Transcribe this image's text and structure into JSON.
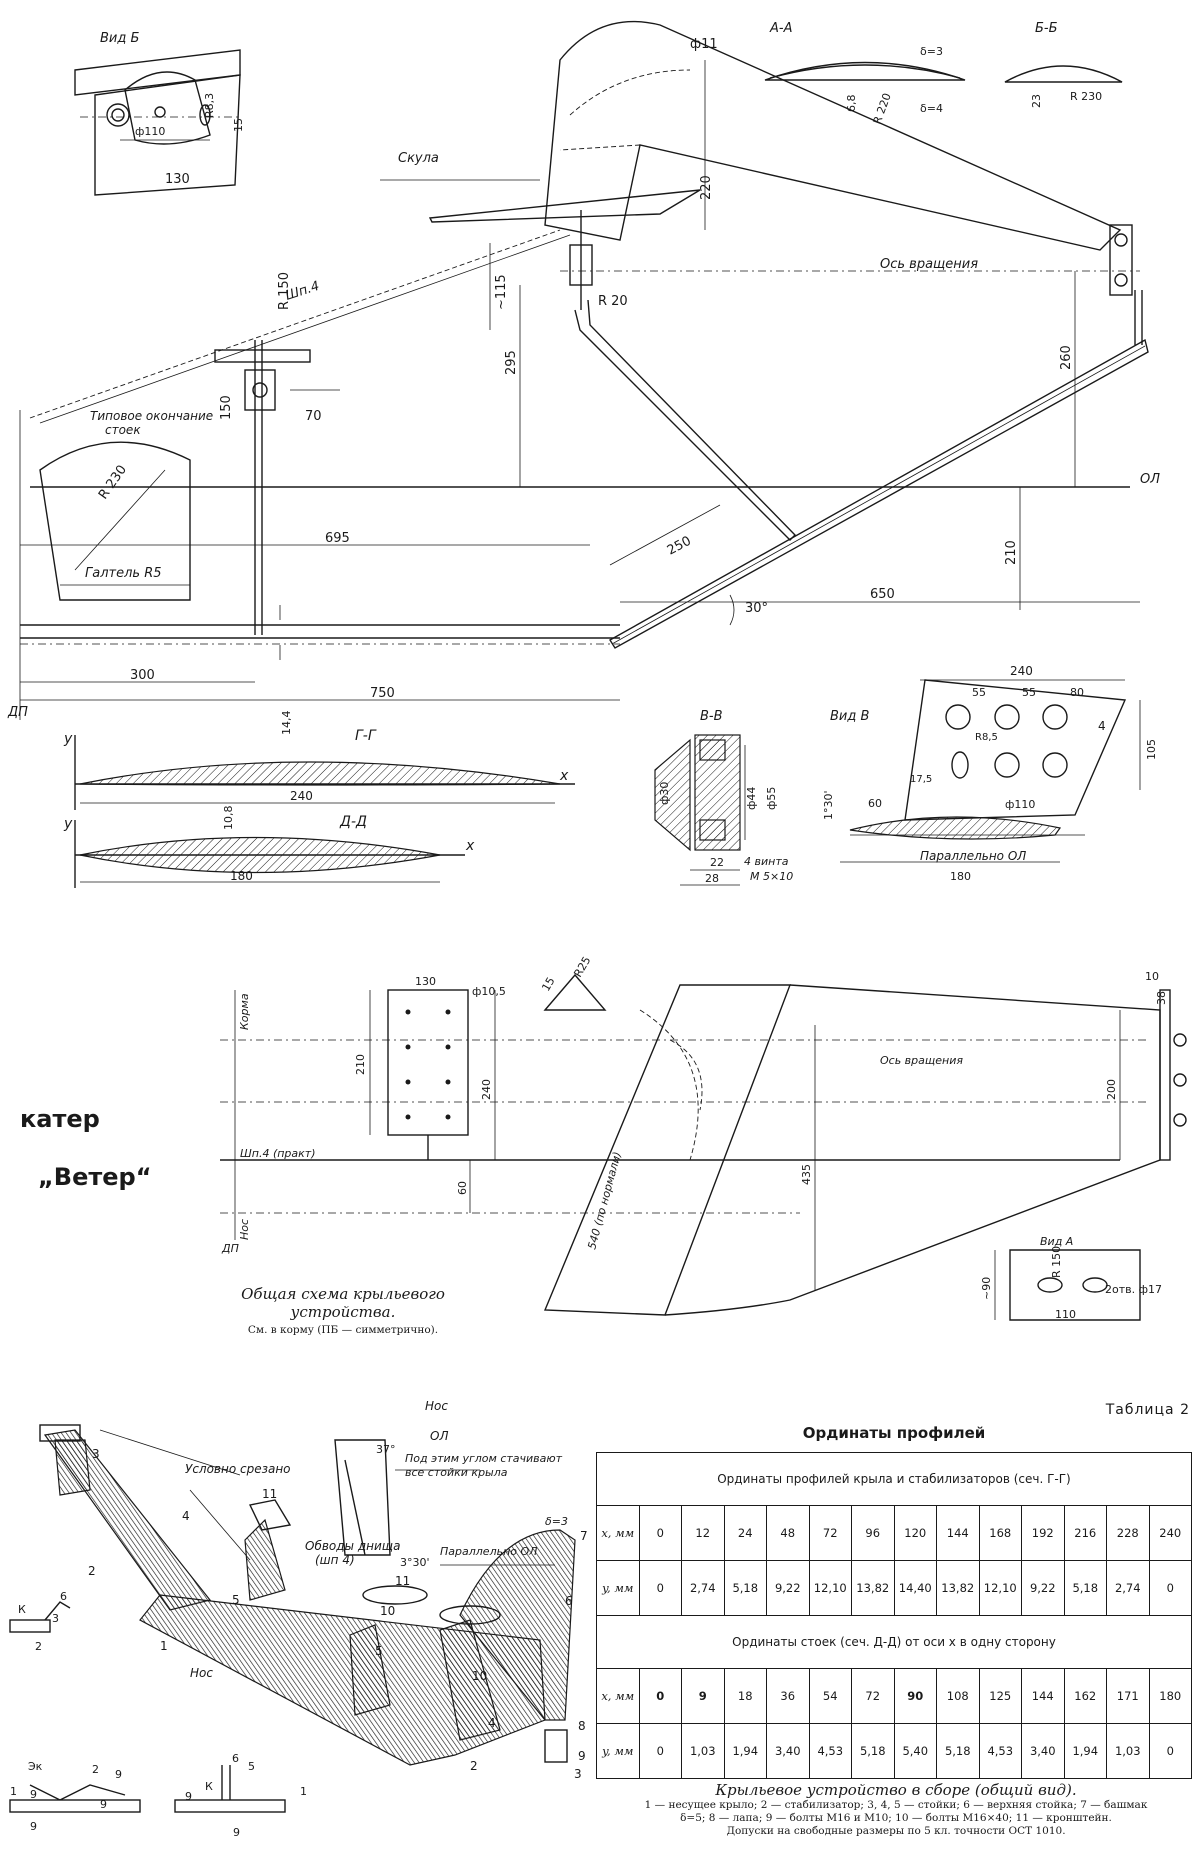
{
  "boat": {
    "line1": "катер",
    "line2": "„Ветер“"
  },
  "views": {
    "vid_b": "Вид Б",
    "vid_v": "Вид В",
    "vid_a": "Вид А",
    "sec_aa": "А-А",
    "sec_bb": "Б-Б",
    "sec_gg": "Г-Г",
    "sec_dd": "Д-Д",
    "sec_vv": "В-В"
  },
  "labels": {
    "skula": "Скула",
    "os_vrashcheniya": "Ось вращения",
    "shp4": "Шп.4",
    "tipovoe1": "Типовое окончание",
    "tipovoe2": "стоек",
    "galtel": "Галтель R5",
    "ol": "ОЛ",
    "dp": "ДП",
    "parallelno_ol": "Параллельно ОЛ",
    "vinta1": "4 винта",
    "vinta2": "М 5×10",
    "korma": "Корма",
    "nos": "Нос",
    "shp4_prakt": "Шп.4 (практ)",
    "po_normali": "540 (по нормали)",
    "otv": "2отв. ф17",
    "uslovno": "Условно срезано",
    "obvody1": "Обводы днища",
    "obvody2": "(шп 4)",
    "nos_small": "Нос",
    "ugol1": "Под этим углом стачивают",
    "ugol2": "все стойки крыла",
    "ang37": "37°",
    "ang330": "3°30'",
    "ang30": "30°",
    "ang130": "1°30'"
  },
  "dims": {
    "d130": "130",
    "d220": "220",
    "d115": "~115",
    "d295": "295",
    "d150a": "R 150",
    "d150b": "150",
    "d70": "70",
    "r20": "R 20",
    "d260": "260",
    "d695": "695",
    "d250": "250",
    "d650": "650",
    "d210": "210",
    "d300": "300",
    "d750": "750",
    "phi11": "ф11",
    "r230": "R 230",
    "r230b": "R 230",
    "r220": "R 220",
    "d68": "6,8",
    "d23": "23",
    "delta3": "δ=3",
    "delta4": "δ=4",
    "phi110": "ф110",
    "r83": "R8,3",
    "d15": "15",
    "d144": "14,4",
    "d240": "240",
    "d108": "10,8",
    "d180": "180",
    "d240b": "240",
    "d55a": "55",
    "d55b": "55",
    "d80": "80",
    "d105": "105",
    "r85": "R8,5",
    "d175": "17,5",
    "d60": "60",
    "phi110b": "ф110",
    "d180b": "180",
    "d22": "22",
    "d28": "28",
    "phi30": "ф30",
    "phi44": "ф44",
    "phi55": "ф55",
    "d130b": "130",
    "phi105": "ф10,5",
    "d210b": "210",
    "d240c": "240",
    "d60b": "60",
    "d435": "435",
    "d200": "200",
    "d10": "10",
    "d38": "38",
    "r150": "R 150",
    "d110": "110",
    "d90": "~90",
    "d15b": "15",
    "r25": "R25"
  },
  "caption": {
    "title1": "Общая схема крыльевого",
    "title2": "устройства.",
    "note": "См. в корму (ПБ — симметрично)."
  },
  "table": {
    "label": "Таблица 2",
    "title": "Ординаты профилей",
    "sec1_title": "Ординаты профилей крыла и стабилизаторов (сеч. Г-Г)",
    "sec1_x": [
      "0",
      "12",
      "24",
      "48",
      "72",
      "96",
      "120",
      "144",
      "168",
      "192",
      "216",
      "228",
      "240"
    ],
    "sec1_y": [
      "0",
      "2,74",
      "5,18",
      "9,22",
      "12,10",
      "13,82",
      "14,40",
      "13,82",
      "12,10",
      "9,22",
      "5,18",
      "2,74",
      "0"
    ],
    "sec2_title": "Ординаты стоек (сеч. Д-Д) от оси x в одну сторону",
    "sec2_x": [
      "0",
      "9",
      "18",
      "36",
      "54",
      "72",
      "90",
      "108",
      "125",
      "144",
      "162",
      "171",
      "180"
    ],
    "sec2_y": [
      "0",
      "1,03",
      "1,94",
      "3,40",
      "4,53",
      "5,18",
      "5,40",
      "5,18",
      "4,53",
      "3,40",
      "1,94",
      "1,03",
      "0"
    ],
    "hx": "x, мм",
    "hy": "y, мм"
  },
  "assembly": {
    "title": "Крыльевое устройство в сборе (общий вид).",
    "l1": "1 — несущее крыло; 2 — стабилизатор; 3, 4, 5 — стойки; 6 — верхняя стойка; 7 — башмак",
    "l2": "δ=5; 8 — лапа; 9 — болты М16 и М10; 10 — болты М16×40; 11 — кронштейн.",
    "l3": "Допуски на свободные размеры по 5 кл. точности ОСТ 1010."
  },
  "parts": [
    "1",
    "2",
    "3",
    "4",
    "5",
    "6",
    "7",
    "8",
    "9",
    "10",
    "11"
  ],
  "weld": {
    "k": "К",
    "six": "6",
    "nine": "9",
    "ek": "Эк"
  }
}
